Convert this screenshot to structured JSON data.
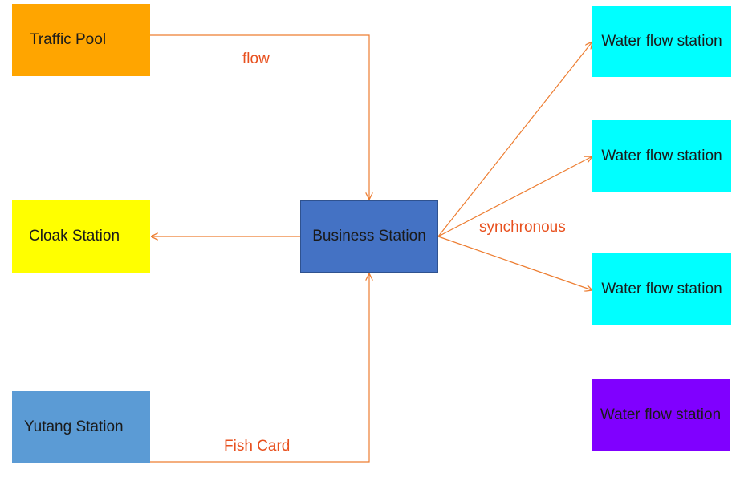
{
  "nodes": {
    "traffic_pool": {
      "label": "Traffic Pool",
      "color": "#ffa500"
    },
    "cloak_station": {
      "label": "Cloak Station",
      "color": "#ffff00"
    },
    "yutang_station": {
      "label": "Yutang Station",
      "color": "#5b9bd5"
    },
    "business_station": {
      "label": "Business Station",
      "color": "#4472c4",
      "border_color": "#2f528f"
    },
    "water_flow_1": {
      "label": "Water flow station",
      "color": "#00ffff"
    },
    "water_flow_2": {
      "label": "Water flow station",
      "color": "#00ffff"
    },
    "water_flow_3": {
      "label": "Water flow station",
      "color": "#00ffff"
    },
    "water_flow_4": {
      "label": "Water flow station",
      "color": "#8000ff"
    }
  },
  "edge_labels": {
    "flow": "flow",
    "synchronous": "synchronous",
    "fish_card": "Fish Card"
  },
  "colors": {
    "connector": "#ed7d31",
    "edge_label": "#e8501e"
  }
}
